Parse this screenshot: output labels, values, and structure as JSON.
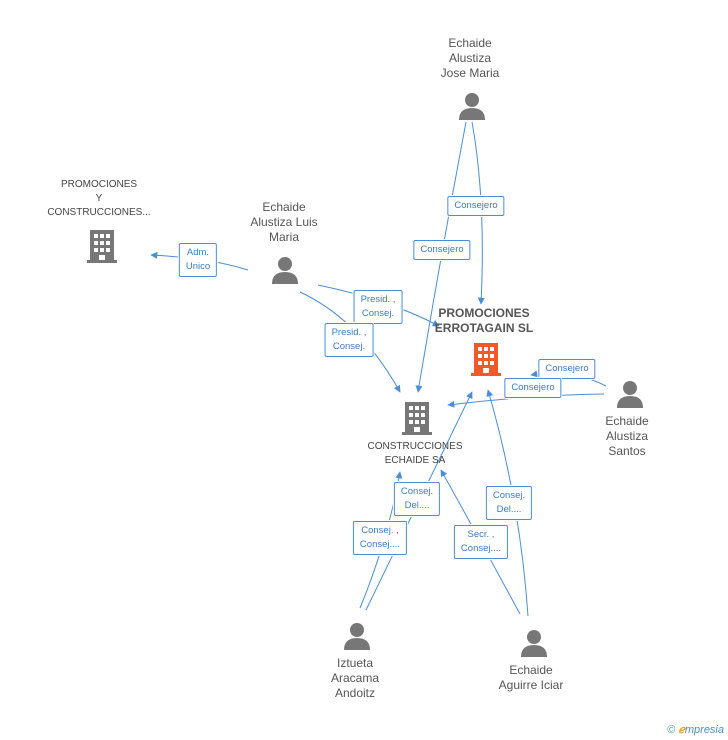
{
  "nodes": {
    "jose_maria": {
      "label": "Echaide\nAlustiza\nJose Maria",
      "kind": "person"
    },
    "promociones_construcciones": {
      "label": "PROMOCIONES\nY\nCONSTRUCCIONES...",
      "kind": "company"
    },
    "luis_maria": {
      "label": "Echaide\nAlustiza Luis\nMaria",
      "kind": "person"
    },
    "errotagain": {
      "label": "PROMOCIONES\nERROTAGAIN SL",
      "kind": "company-main"
    },
    "construcciones_echaide": {
      "label": "CONSTRUCCIONES\nECHAIDE SA",
      "kind": "company"
    },
    "santos": {
      "label": "Echaide\nAlustiza\nSantos",
      "kind": "person"
    },
    "iztueta": {
      "label": "Iztueta\nAracama\nAndoitz",
      "kind": "person"
    },
    "aguirre": {
      "label": "Echaide\nAguirre Iciar",
      "kind": "person"
    }
  },
  "edge_labels": {
    "e1": "Consejero",
    "e2": "Consejero",
    "e3": "Adm.\nUnico",
    "e4": "Presid. ,\nConsej.",
    "e5": "Presid. ,\nConsej.",
    "e6": "Consejero",
    "e7": "Consejero",
    "e8": "Consej.\nDel....",
    "e9": "Consej. ,\nConsej....",
    "e10": "Consej.\nDel....",
    "e11": "Secr. ,\nConsej...."
  },
  "colors": {
    "edge": "#4a8ed8",
    "person_icon": "#777777",
    "company_icon": "#777777",
    "main_company_icon": "#f05a28"
  },
  "footer": {
    "copyright": "©",
    "brand_e": "ℯ",
    "brand_rest": "mpresia"
  }
}
